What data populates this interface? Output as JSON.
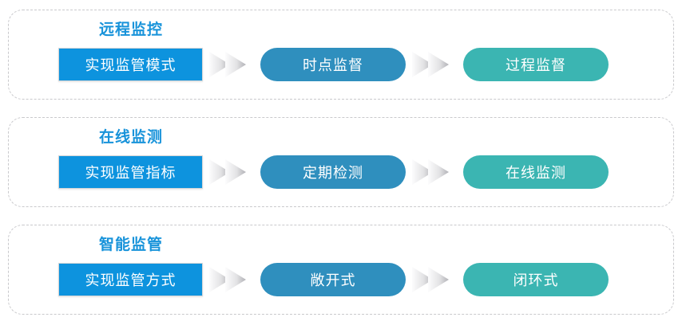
{
  "diagram": {
    "title": "",
    "type": "three-stage process flow",
    "colors": {
      "accent_blue": "#0d93de",
      "pill_blue": "#2f8fbe",
      "pill_teal": "#3bb5b2",
      "heading_blue": "#1893da",
      "container_border": "#c9c9cc",
      "arrow_gradient_start": "#fbfbfc",
      "arrow_gradient_end": "#b4b4b8"
    },
    "rows": [
      {
        "heading": "远程监控",
        "primary": "实现监管模式",
        "arrow_1": "double-chevron-right-icon",
        "middle": "时点监督",
        "arrow_2": "double-chevron-right-icon",
        "last": "过程监督"
      },
      {
        "heading": "在线监测",
        "primary": "实现监管指标",
        "arrow_1": "double-chevron-right-icon",
        "middle": "定期检测",
        "arrow_2": "double-chevron-right-icon",
        "last": "在线监测"
      },
      {
        "heading": "智能监管",
        "primary": "实现监管方式",
        "arrow_1": "double-chevron-right-icon",
        "middle": "敞开式",
        "arrow_2": "double-chevron-right-icon",
        "last": "闭环式"
      }
    ]
  }
}
